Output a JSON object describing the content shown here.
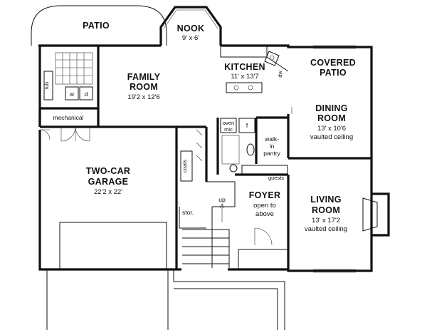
{
  "rooms": {
    "patio": {
      "name": "PATIO"
    },
    "nook": {
      "name": "NOOK",
      "size": "9' x 6'"
    },
    "family": {
      "name1": "FAMILY",
      "name2": "ROOM",
      "size": "19'2 x 12'6"
    },
    "kitchen": {
      "name": "KITCHEN",
      "size": "11' x 13'7"
    },
    "covered": {
      "name1": "COVERED",
      "name2": "PATIO"
    },
    "dining": {
      "name1": "DINING",
      "name2": "ROOM",
      "size": "13' x 10'6",
      "note": "vaulted ceiling"
    },
    "garage": {
      "name1": "TWO-CAR",
      "name2": "GARAGE",
      "size": "22'2 x 22'"
    },
    "foyer": {
      "name": "FOYER",
      "note1": "open to",
      "note2": "above"
    },
    "living": {
      "name1": "LIVING",
      "name2": "ROOM",
      "size": "13' x 17'2",
      "note": "vaulted ceiling"
    }
  },
  "labels": {
    "mechanical": "mechanical",
    "tub": "tub",
    "washer": "w",
    "dryer": "d",
    "oven": "oven",
    "mic": "mic",
    "fridge": "f",
    "dishwasher": "dw",
    "walkin1": "walk-",
    "walkin2": "in",
    "pantry": "pantry",
    "coats": "coats",
    "guests": "guests",
    "storage": "stor.",
    "up": "up"
  }
}
